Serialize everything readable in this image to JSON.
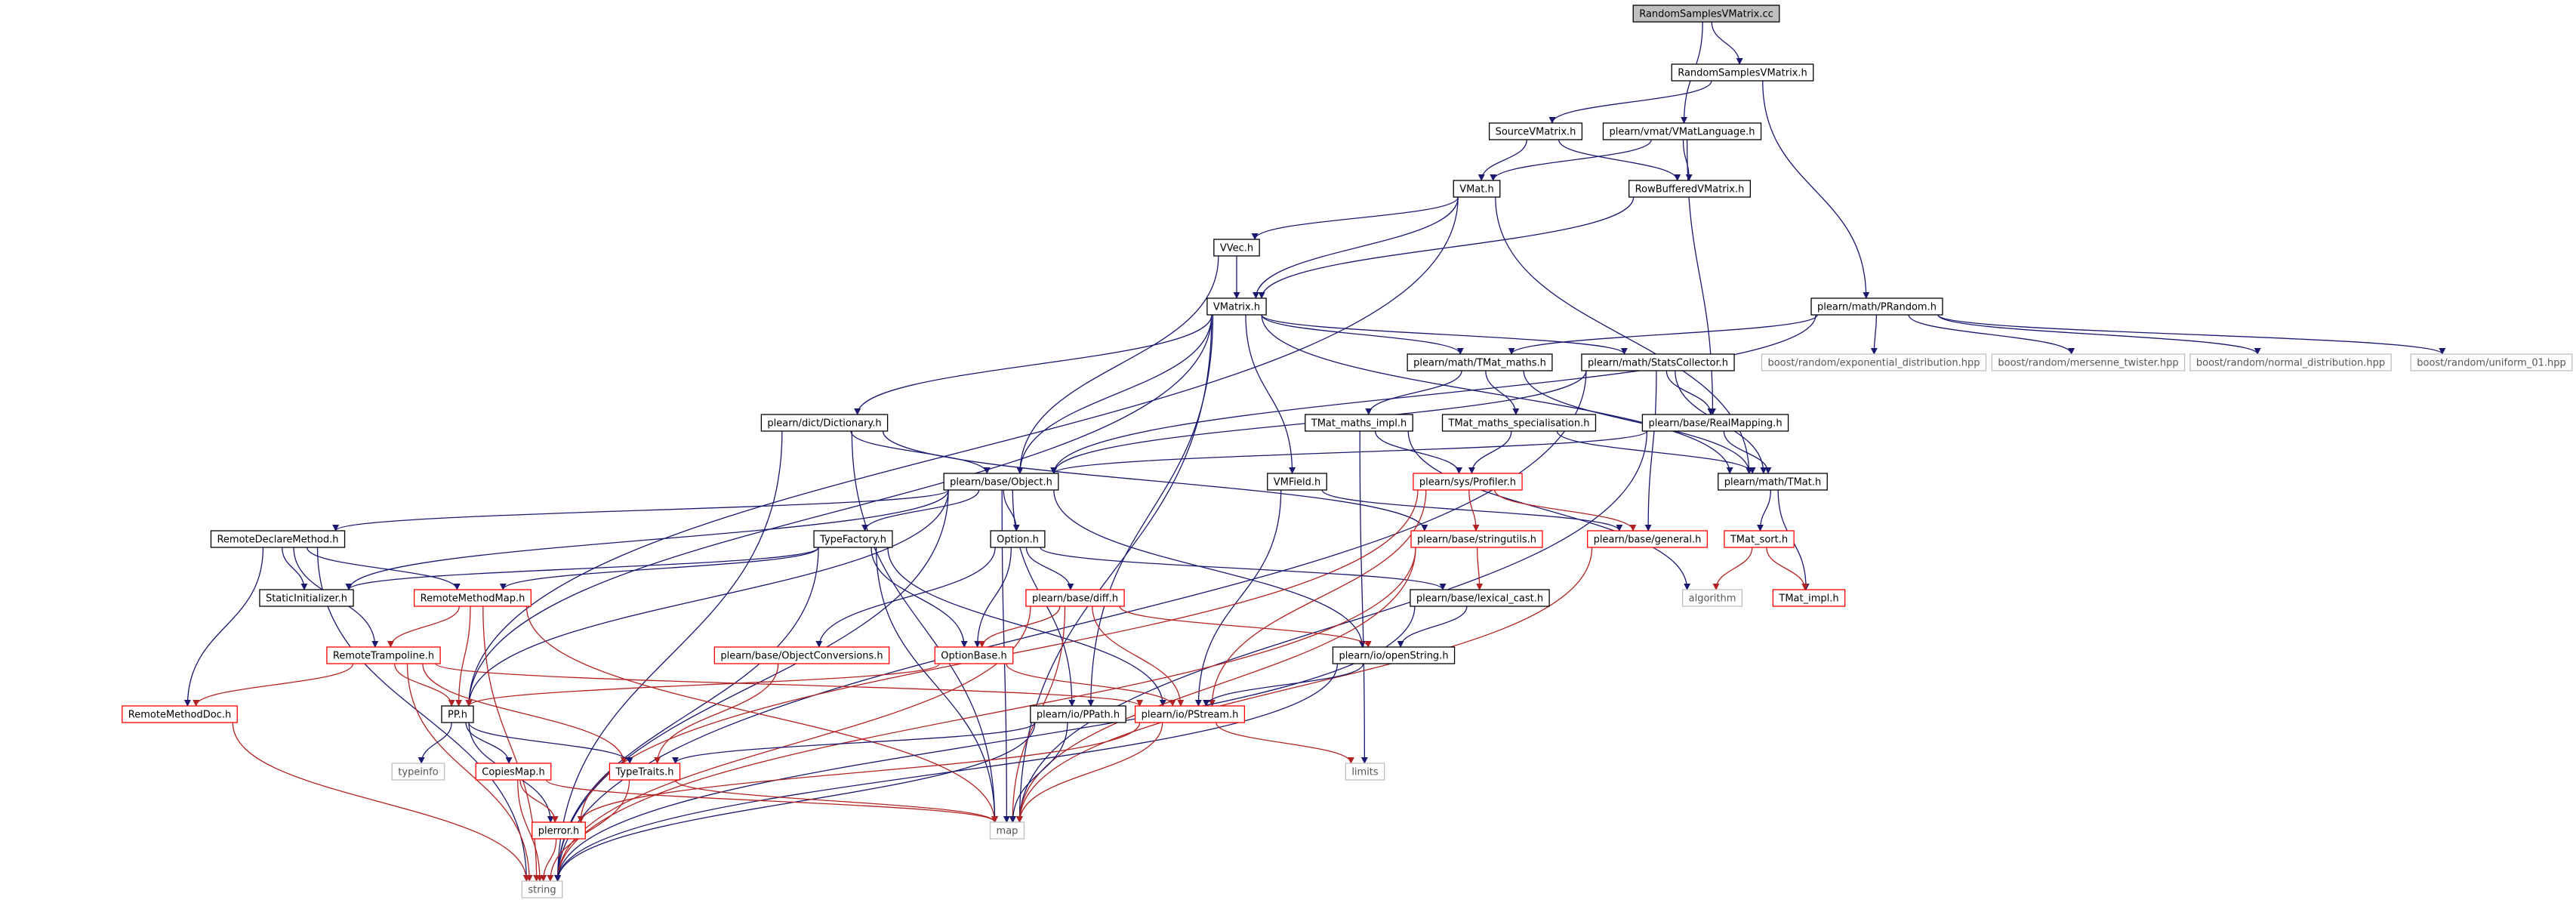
{
  "colors": {
    "edge_default": "#191970",
    "edge_red": "#b22222",
    "border_black": "#000000",
    "border_red": "#ff0000",
    "border_grey": "#bfbfbf",
    "root_fill": "#bfbfbf",
    "text": "#000000",
    "text_grey": "#555555"
  },
  "nodes": [
    {
      "id": "root",
      "label": "RandomSamplesVMatrix.cc",
      "style": "root"
    },
    {
      "id": "rsvm_h",
      "label": "RandomSamplesVMatrix.h",
      "style": "black"
    },
    {
      "id": "source",
      "label": "SourceVMatrix.h",
      "style": "black"
    },
    {
      "id": "vmatlang",
      "label": "plearn/vmat/VMatLanguage.h",
      "style": "black"
    },
    {
      "id": "vmat",
      "label": "VMat.h",
      "style": "black"
    },
    {
      "id": "rowbuf",
      "label": "RowBufferedVMatrix.h",
      "style": "black"
    },
    {
      "id": "vvec",
      "label": "VVec.h",
      "style": "black"
    },
    {
      "id": "vmatrix",
      "label": "VMatrix.h",
      "style": "black"
    },
    {
      "id": "prandom",
      "label": "plearn/math/PRandom.h",
      "style": "black"
    },
    {
      "id": "b_exp",
      "label": "boost/random/exponential_distribution.hpp",
      "style": "grey"
    },
    {
      "id": "b_mt",
      "label": "boost/random/mersenne_twister.hpp",
      "style": "grey"
    },
    {
      "id": "b_norm",
      "label": "boost/random/normal_distribution.hpp",
      "style": "grey"
    },
    {
      "id": "b_uni",
      "label": "boost/random/uniform_01.hpp",
      "style": "grey"
    },
    {
      "id": "tmathsh",
      "label": "plearn/math/TMat_maths.h",
      "style": "black"
    },
    {
      "id": "statsc",
      "label": "plearn/math/StatsCollector.h",
      "style": "black"
    },
    {
      "id": "dict",
      "label": "plearn/dict/Dictionary.h",
      "style": "black"
    },
    {
      "id": "tmimpl",
      "label": "TMat_maths_impl.h",
      "style": "black"
    },
    {
      "id": "tmspec",
      "label": "TMat_maths_specialisation.h",
      "style": "black"
    },
    {
      "id": "realmap",
      "label": "plearn/base/RealMapping.h",
      "style": "black"
    },
    {
      "id": "object",
      "label": "plearn/base/Object.h",
      "style": "black"
    },
    {
      "id": "vmfield",
      "label": "VMField.h",
      "style": "black"
    },
    {
      "id": "profiler",
      "label": "plearn/sys/Profiler.h",
      "style": "red"
    },
    {
      "id": "tmat",
      "label": "plearn/math/TMat.h",
      "style": "black"
    },
    {
      "id": "remdecl",
      "label": "RemoteDeclareMethod.h",
      "style": "black"
    },
    {
      "id": "typefact",
      "label": "TypeFactory.h",
      "style": "black"
    },
    {
      "id": "option",
      "label": "Option.h",
      "style": "black"
    },
    {
      "id": "stringutils",
      "label": "plearn/base/stringutils.h",
      "style": "red"
    },
    {
      "id": "general",
      "label": "plearn/base/general.h",
      "style": "red"
    },
    {
      "id": "tmsort",
      "label": "TMat_sort.h",
      "style": "red"
    },
    {
      "id": "staticinit",
      "label": "StaticInitializer.h",
      "style": "black"
    },
    {
      "id": "remmap",
      "label": "RemoteMethodMap.h",
      "style": "red"
    },
    {
      "id": "diff",
      "label": "plearn/base/diff.h",
      "style": "red"
    },
    {
      "id": "lexcast",
      "label": "plearn/base/lexical_cast.h",
      "style": "black"
    },
    {
      "id": "algorithm",
      "label": "algorithm",
      "style": "grey"
    },
    {
      "id": "tmatimpl",
      "label": "TMat_impl.h",
      "style": "red"
    },
    {
      "id": "objconv",
      "label": "plearn/base/ObjectConversions.h",
      "style": "red"
    },
    {
      "id": "remtramp",
      "label": "RemoteTrampoline.h",
      "style": "red"
    },
    {
      "id": "optbase",
      "label": "OptionBase.h",
      "style": "red"
    },
    {
      "id": "openstr",
      "label": "plearn/io/openString.h",
      "style": "black"
    },
    {
      "id": "remdoc",
      "label": "RemoteMethodDoc.h",
      "style": "red"
    },
    {
      "id": "pp",
      "label": "PP.h",
      "style": "black"
    },
    {
      "id": "ppath",
      "label": "plearn/io/PPath.h",
      "style": "black"
    },
    {
      "id": "pstream",
      "label": "plearn/io/PStream.h",
      "style": "red"
    },
    {
      "id": "typeinfo",
      "label": "typeinfo",
      "style": "grey"
    },
    {
      "id": "copiesmap",
      "label": "CopiesMap.h",
      "style": "red"
    },
    {
      "id": "typetraits",
      "label": "TypeTraits.h",
      "style": "red"
    },
    {
      "id": "limits",
      "label": "limits",
      "style": "grey"
    },
    {
      "id": "map",
      "label": "map",
      "style": "grey"
    },
    {
      "id": "plerror",
      "label": "plerror.h",
      "style": "red"
    },
    {
      "id": "string",
      "label": "string",
      "style": "grey"
    }
  ],
  "edges": [
    [
      "root",
      "rsvm_h",
      "b"
    ],
    [
      "root",
      "vmatlang",
      "b"
    ],
    [
      "rsvm_h",
      "source",
      "b"
    ],
    [
      "rsvm_h",
      "prandom",
      "b"
    ],
    [
      "source",
      "vmat",
      "b"
    ],
    [
      "source",
      "rowbuf",
      "b"
    ],
    [
      "vmatlang",
      "vmat",
      "b"
    ],
    [
      "vmatlang",
      "rowbuf",
      "b"
    ],
    [
      "vmatlang",
      "realmap",
      "b"
    ],
    [
      "vmat",
      "vvec",
      "b"
    ],
    [
      "vmat",
      "vmatrix",
      "b"
    ],
    [
      "vmat",
      "tmat",
      "b"
    ],
    [
      "vmat",
      "pp",
      "b"
    ],
    [
      "rowbuf",
      "vmatrix",
      "b"
    ],
    [
      "vvec",
      "vmatrix",
      "b"
    ],
    [
      "vvec",
      "object",
      "b"
    ],
    [
      "vmatrix",
      "tmathsh",
      "b"
    ],
    [
      "vmatrix",
      "statsc",
      "b"
    ],
    [
      "vmatrix",
      "dict",
      "b"
    ],
    [
      "vmatrix",
      "object",
      "b"
    ],
    [
      "vmatrix",
      "vmfield",
      "b"
    ],
    [
      "vmatrix",
      "tmat",
      "b"
    ],
    [
      "vmatrix",
      "pp",
      "b"
    ],
    [
      "vmatrix",
      "ppath",
      "b"
    ],
    [
      "vmatrix",
      "map",
      "b"
    ],
    [
      "prandom",
      "b_exp",
      "b"
    ],
    [
      "prandom",
      "b_mt",
      "b"
    ],
    [
      "prandom",
      "b_norm",
      "b"
    ],
    [
      "prandom",
      "b_uni",
      "b"
    ],
    [
      "prandom",
      "tmathsh",
      "b"
    ],
    [
      "prandom",
      "object",
      "b"
    ],
    [
      "tmathsh",
      "tmimpl",
      "b"
    ],
    [
      "tmathsh",
      "tmspec",
      "b"
    ],
    [
      "tmathsh",
      "tmat",
      "b"
    ],
    [
      "statsc",
      "realmap",
      "b"
    ],
    [
      "statsc",
      "tmat",
      "b"
    ],
    [
      "statsc",
      "object",
      "b"
    ],
    [
      "statsc",
      "general",
      "b"
    ],
    [
      "statsc",
      "string",
      "b"
    ],
    [
      "dict",
      "object",
      "b"
    ],
    [
      "dict",
      "string",
      "b"
    ],
    [
      "dict",
      "map",
      "b"
    ],
    [
      "dict",
      "stringutils",
      "b"
    ],
    [
      "tmimpl",
      "profiler",
      "b"
    ],
    [
      "tmimpl",
      "algorithm",
      "b"
    ],
    [
      "tmimpl",
      "limits",
      "b"
    ],
    [
      "tmspec",
      "profiler",
      "b"
    ],
    [
      "tmspec",
      "tmat",
      "b"
    ],
    [
      "realmap",
      "tmat",
      "b"
    ],
    [
      "realmap",
      "object",
      "b"
    ],
    [
      "realmap",
      "map",
      "b"
    ],
    [
      "object",
      "remdecl",
      "b"
    ],
    [
      "object",
      "typefact",
      "b"
    ],
    [
      "object",
      "option",
      "b"
    ],
    [
      "object",
      "staticinit",
      "b"
    ],
    [
      "object",
      "pp",
      "b"
    ],
    [
      "object",
      "ppath",
      "b"
    ],
    [
      "object",
      "openstr",
      "b"
    ],
    [
      "object",
      "map",
      "b"
    ],
    [
      "object",
      "string",
      "b"
    ],
    [
      "vmfield",
      "general",
      "b"
    ],
    [
      "vmfield",
      "pstream",
      "b"
    ],
    [
      "profiler",
      "stringutils",
      "r"
    ],
    [
      "profiler",
      "general",
      "r"
    ],
    [
      "profiler",
      "pstream",
      "r"
    ],
    [
      "profiler",
      "plerror",
      "r"
    ],
    [
      "tmat",
      "tmsort",
      "b"
    ],
    [
      "tmat",
      "tmatimpl",
      "b"
    ],
    [
      "remdecl",
      "staticinit",
      "b"
    ],
    [
      "remdecl",
      "remmap",
      "b"
    ],
    [
      "remdecl",
      "remtramp",
      "b"
    ],
    [
      "remdecl",
      "remdoc",
      "b"
    ],
    [
      "remdecl",
      "string",
      "b"
    ],
    [
      "typefact",
      "remmap",
      "b"
    ],
    [
      "typefact",
      "optbase",
      "b"
    ],
    [
      "typefact",
      "staticinit",
      "b"
    ],
    [
      "typefact",
      "string",
      "b"
    ],
    [
      "typefact",
      "map",
      "b"
    ],
    [
      "typefact",
      "pstream",
      "b"
    ],
    [
      "option",
      "objconv",
      "b"
    ],
    [
      "option",
      "diff",
      "b"
    ],
    [
      "option",
      "optbase",
      "b"
    ],
    [
      "option",
      "lexcast",
      "b"
    ],
    [
      "stringutils",
      "lexcast",
      "r"
    ],
    [
      "stringutils",
      "string",
      "r"
    ],
    [
      "stringutils",
      "map",
      "r"
    ],
    [
      "general",
      "map",
      "r"
    ],
    [
      "tmsort",
      "algorithm",
      "r"
    ],
    [
      "tmsort",
      "tmatimpl",
      "r"
    ],
    [
      "remmap",
      "remtramp",
      "r"
    ],
    [
      "remmap",
      "pp",
      "r"
    ],
    [
      "remmap",
      "map",
      "r"
    ],
    [
      "remmap",
      "string",
      "r"
    ],
    [
      "diff",
      "optbase",
      "r"
    ],
    [
      "diff",
      "pstream",
      "r"
    ],
    [
      "diff",
      "openstr",
      "r"
    ],
    [
      "diff",
      "string",
      "r"
    ],
    [
      "diff",
      "map",
      "r"
    ],
    [
      "lexcast",
      "openstr",
      "b"
    ],
    [
      "lexcast",
      "string",
      "b"
    ],
    [
      "objconv",
      "typetraits",
      "r"
    ],
    [
      "remtramp",
      "pp",
      "r"
    ],
    [
      "remtramp",
      "remdoc",
      "r"
    ],
    [
      "remtramp",
      "typetraits",
      "r"
    ],
    [
      "remtramp",
      "pstream",
      "r"
    ],
    [
      "remtramp",
      "string",
      "r"
    ],
    [
      "optbase",
      "pp",
      "r"
    ],
    [
      "optbase",
      "pstream",
      "r"
    ],
    [
      "openstr",
      "pstream",
      "b"
    ],
    [
      "openstr",
      "string",
      "b"
    ],
    [
      "remdoc",
      "string",
      "r"
    ],
    [
      "pp",
      "typeinfo",
      "b"
    ],
    [
      "pp",
      "copiesmap",
      "b"
    ],
    [
      "pp",
      "typetraits",
      "b"
    ],
    [
      "pp",
      "plerror",
      "b"
    ],
    [
      "ppath",
      "typetraits",
      "b"
    ],
    [
      "ppath",
      "map",
      "b"
    ],
    [
      "ppath",
      "string",
      "b"
    ],
    [
      "pstream",
      "map",
      "r"
    ],
    [
      "pstream",
      "limits",
      "r"
    ],
    [
      "pstream",
      "plerror",
      "r"
    ],
    [
      "copiesmap",
      "map",
      "r"
    ],
    [
      "copiesmap",
      "plerror",
      "r"
    ],
    [
      "copiesmap",
      "string",
      "r"
    ],
    [
      "typetraits",
      "map",
      "r"
    ],
    [
      "typetraits",
      "string",
      "r"
    ],
    [
      "plerror",
      "string",
      "r"
    ]
  ]
}
